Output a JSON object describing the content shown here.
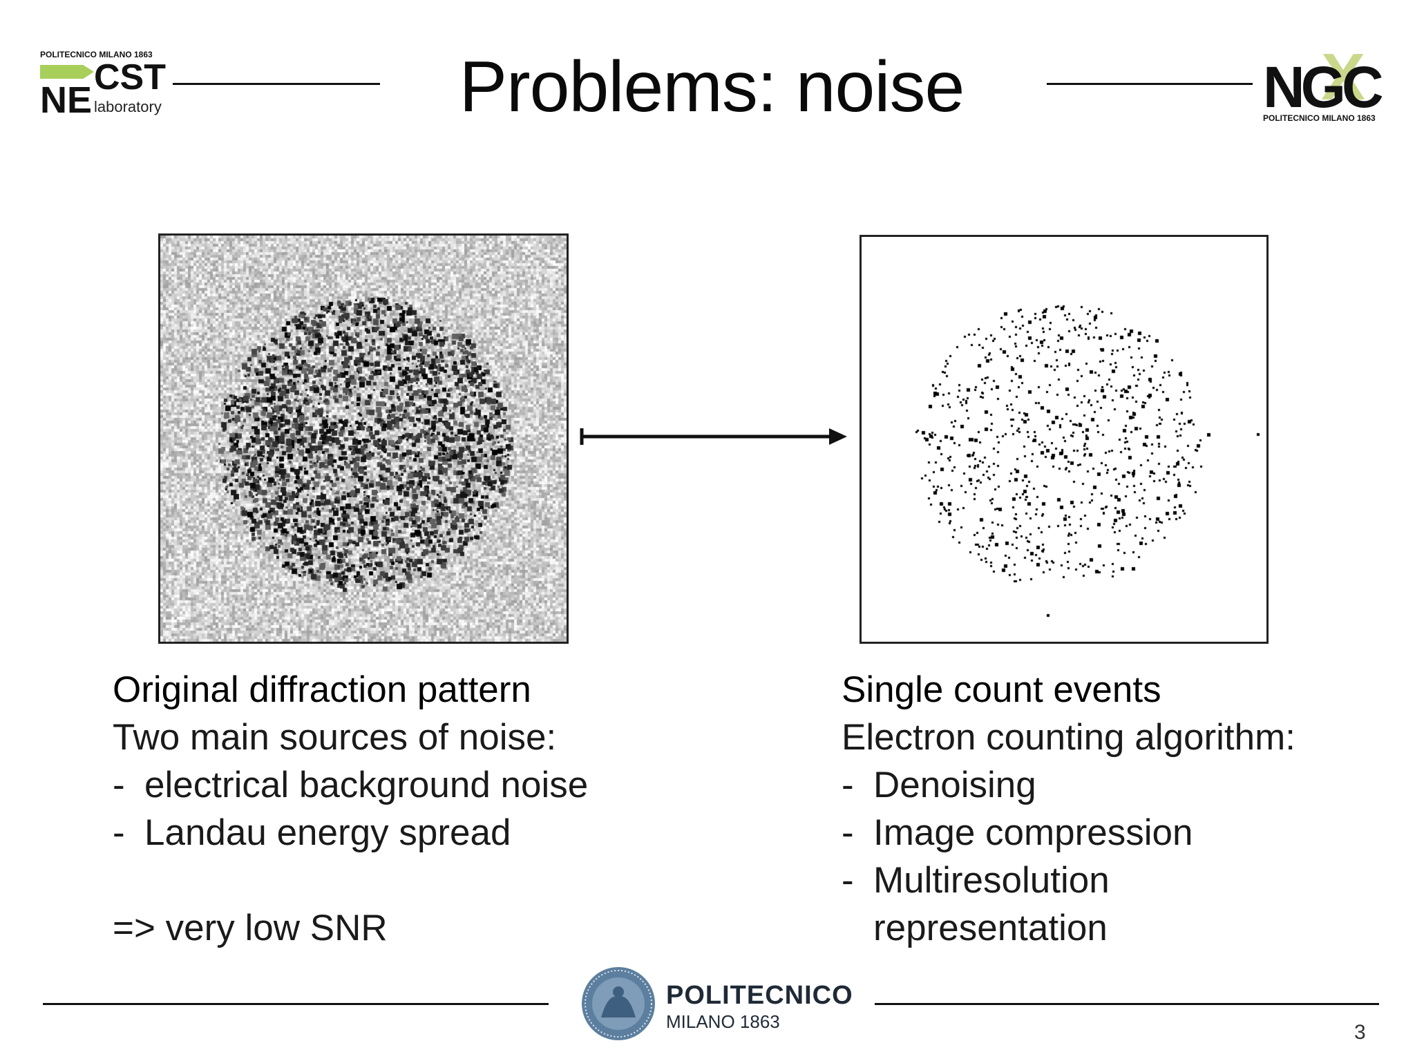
{
  "slide": {
    "title": "Problems: noise",
    "page_number": "3"
  },
  "logos": {
    "necst": {
      "top_text": "POLITECNICO MILANO 1863",
      "ne": "NE",
      "cst": "CST",
      "sub": "laboratory",
      "accent": "#a8cf5a"
    },
    "ngc": {
      "text": "NGC",
      "sub": "POLITECNICO MILANO 1863",
      "accent": "#c9d88a"
    },
    "polimi": {
      "line1": "POLITECNICO",
      "line2": "MILANO 1863",
      "seal_color": "#5d7f9f"
    }
  },
  "left": {
    "heading": "Original diffraction pattern",
    "subheading": "Two main sources of noise:",
    "bullets": [
      {
        "dash": "-",
        "text": "electrical background noise"
      },
      {
        "dash": "-",
        "text": "Landau energy spread"
      }
    ],
    "conclusion": "=> very low SNR"
  },
  "right": {
    "heading": "Single count events",
    "subheading": "Electron counting algorithm:",
    "bullets": [
      {
        "dash": "-",
        "text": "Denoising"
      },
      {
        "dash": "-",
        "text": "Image compression"
      },
      {
        "dash": "-",
        "text": "Multiresolution"
      }
    ],
    "continuation": "representation"
  }
}
